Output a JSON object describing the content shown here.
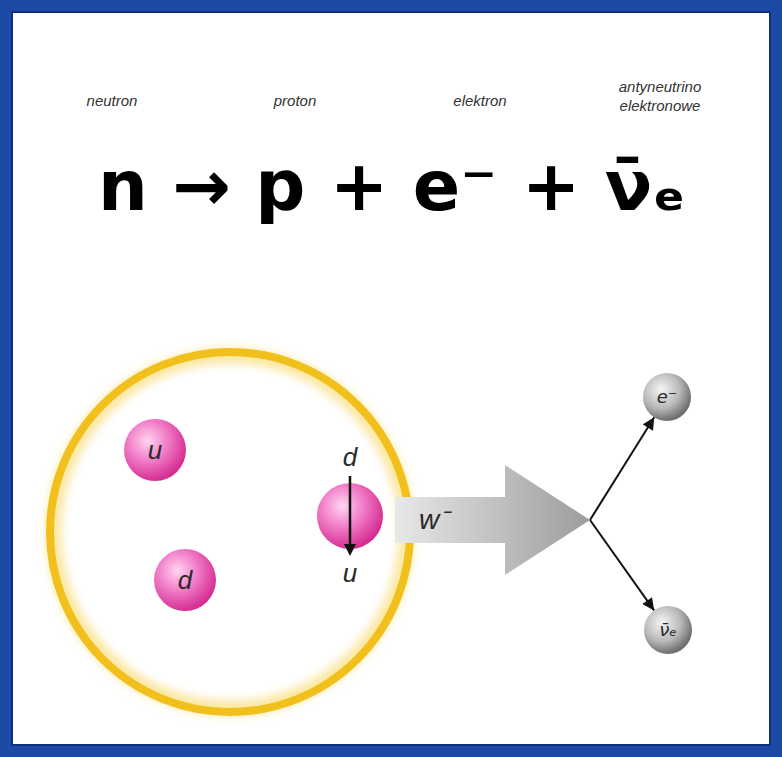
{
  "diagram": {
    "nodes": [
      {
        "text": [
          "u"
        ]
      },
      {
        "text": [
          "d"
        ]
      },
      {
        "text": [
          "d",
          "u"
        ]
      },
      {
        "text": [
          "w⁻"
        ]
      },
      {
        "text": [
          "e⁻"
        ]
      },
      {
        "text": [
          "ν̄ₑ"
        ]
      }
    ],
    "edges": [
      {
        "from": 3,
        "to": 4,
        "arrow": "to"
      },
      {
        "from": 3,
        "to": 5,
        "arrow": "to"
      }
    ],
    "labels": [
      "neutron",
      "proton",
      "elektron",
      "antyneutrino elektronowe",
      "n → p + e⁻ + ν̄ₑ"
    ]
  }
}
